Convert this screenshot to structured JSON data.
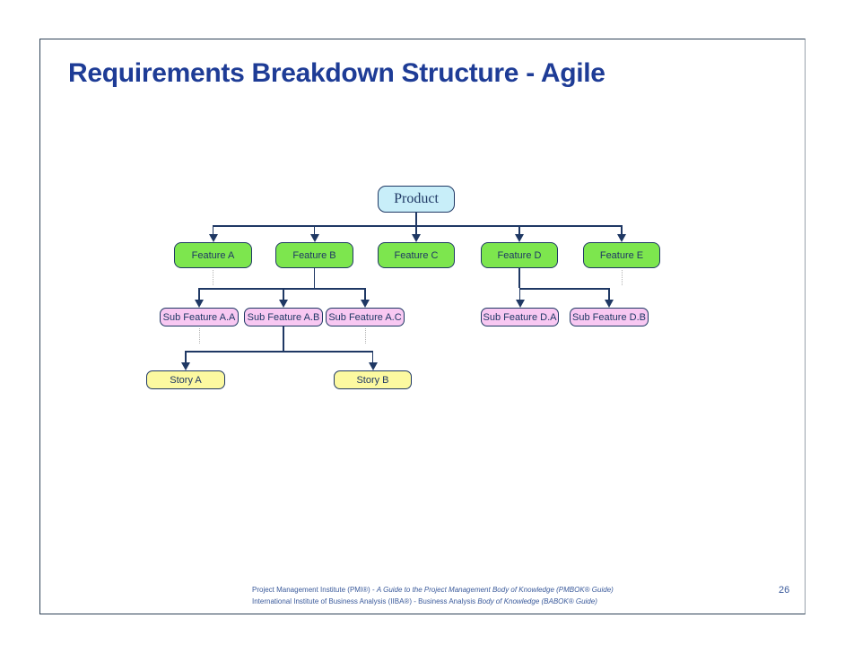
{
  "slide": {
    "title": "Requirements Breakdown Structure - Agile",
    "page_number": "26",
    "footer": {
      "line1_regular": "Project Management Institute (PMI®)  - ",
      "line1_italic": "A Guide to the Project Management Body of Knowledge (PMBOK® Guide)",
      "line2_regular": "International Institute of Business Analysis (IIBA®)  - Business Analysis ",
      "line2_italic": "Body of Knowledge (BABOK® Guide)"
    }
  },
  "theme": {
    "title_color": "#1e3c96",
    "border_color": "#1f3864",
    "line_color": "#1f3864",
    "dotted_color": "#b3b3b3",
    "footer_color": "#3a5a9b",
    "product_fill": "#c8eef9",
    "feature_fill": "#7de64e",
    "subfeature_fill": "#f8c8f2",
    "story_fill": "#fcf9a0"
  },
  "diagram": {
    "type": "hierarchy-tree",
    "nodes": {
      "product": {
        "label": "Product",
        "level": "product"
      },
      "feature_a": {
        "label": "Feature A",
        "level": "feature"
      },
      "feature_b": {
        "label": "Feature B",
        "level": "feature"
      },
      "feature_c": {
        "label": "Feature C",
        "level": "feature"
      },
      "feature_d": {
        "label": "Feature D",
        "level": "feature"
      },
      "feature_e": {
        "label": "Feature E",
        "level": "feature"
      },
      "sub_aa": {
        "label": "Sub Feature A.A",
        "level": "sub-feature"
      },
      "sub_ab": {
        "label": "Sub Feature A.B",
        "level": "sub-feature"
      },
      "sub_ac": {
        "label": "Sub Feature A.C",
        "level": "sub-feature"
      },
      "sub_da": {
        "label": "Sub Feature D.A",
        "level": "sub-feature"
      },
      "sub_db": {
        "label": "Sub Feature D.B",
        "level": "sub-feature"
      },
      "story_a": {
        "label": "Story A",
        "level": "story"
      },
      "story_b": {
        "label": "Story B",
        "level": "story"
      }
    },
    "edges": [
      {
        "from": "product",
        "to": [
          "feature_a",
          "feature_b",
          "feature_c",
          "feature_d",
          "feature_e"
        ],
        "style": "solid-arrow"
      },
      {
        "from": "feature_b",
        "to": [
          "sub_aa",
          "sub_ab",
          "sub_ac"
        ],
        "style": "solid-arrow"
      },
      {
        "from": "feature_d",
        "to": [
          "sub_da",
          "sub_db"
        ],
        "style": "solid-arrow"
      },
      {
        "from": "sub_ab",
        "to": [
          "story_a",
          "story_b"
        ],
        "style": "solid-arrow"
      },
      {
        "from": "feature_a",
        "to": [],
        "style": "dotted-continuation"
      },
      {
        "from": "feature_e",
        "to": [],
        "style": "dotted-continuation"
      },
      {
        "from": "sub_aa",
        "to": [],
        "style": "dotted-continuation"
      },
      {
        "from": "sub_ac",
        "to": [],
        "style": "dotted-continuation"
      }
    ]
  }
}
